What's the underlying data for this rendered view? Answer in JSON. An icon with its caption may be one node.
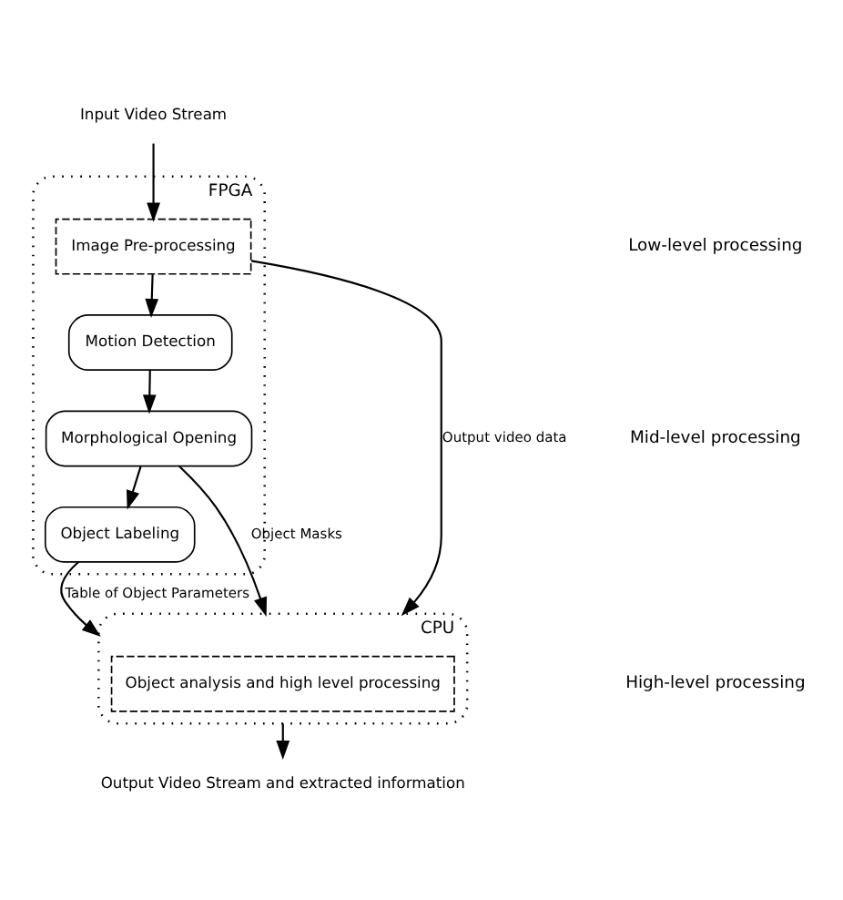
{
  "diagram": {
    "nodes": [
      {
        "text": [
          "Input Video Stream"
        ]
      },
      {
        "text": [
          "FPGA"
        ]
      },
      {
        "text": [
          "Image Pre-processing"
        ],
        "in": 1
      },
      {
        "text": [
          "Motion Detection"
        ],
        "in": 1
      },
      {
        "text": [
          "Morphological Opening"
        ],
        "in": 1
      },
      {
        "text": [
          "Object Labeling"
        ],
        "in": 1
      },
      {
        "text": [
          "CPU"
        ]
      },
      {
        "text": [
          "Object analysis and high level processing"
        ],
        "in": 6
      },
      {
        "text": [
          "Output Video Stream and extracted information"
        ]
      }
    ],
    "edges": [
      {
        "from": 0,
        "to": 2,
        "arrow": "to"
      },
      {
        "from": 2,
        "to": 3,
        "arrow": "to"
      },
      {
        "from": 2,
        "to": 6,
        "arrow": "to",
        "label": "Output video data"
      },
      {
        "from": 3,
        "to": 4,
        "arrow": "to"
      },
      {
        "from": 4,
        "to": 5,
        "arrow": "to"
      },
      {
        "from": 4,
        "to": 6,
        "arrow": "to",
        "label": "Object Masks"
      },
      {
        "from": 5,
        "to": 6,
        "arrow": "to",
        "label": "Table of Object Parameters"
      },
      {
        "from": 6,
        "to": 8,
        "arrow": "to"
      }
    ],
    "labels": [
      "Low-level processing",
      "Mid-level processing",
      "High-level processing"
    ]
  }
}
